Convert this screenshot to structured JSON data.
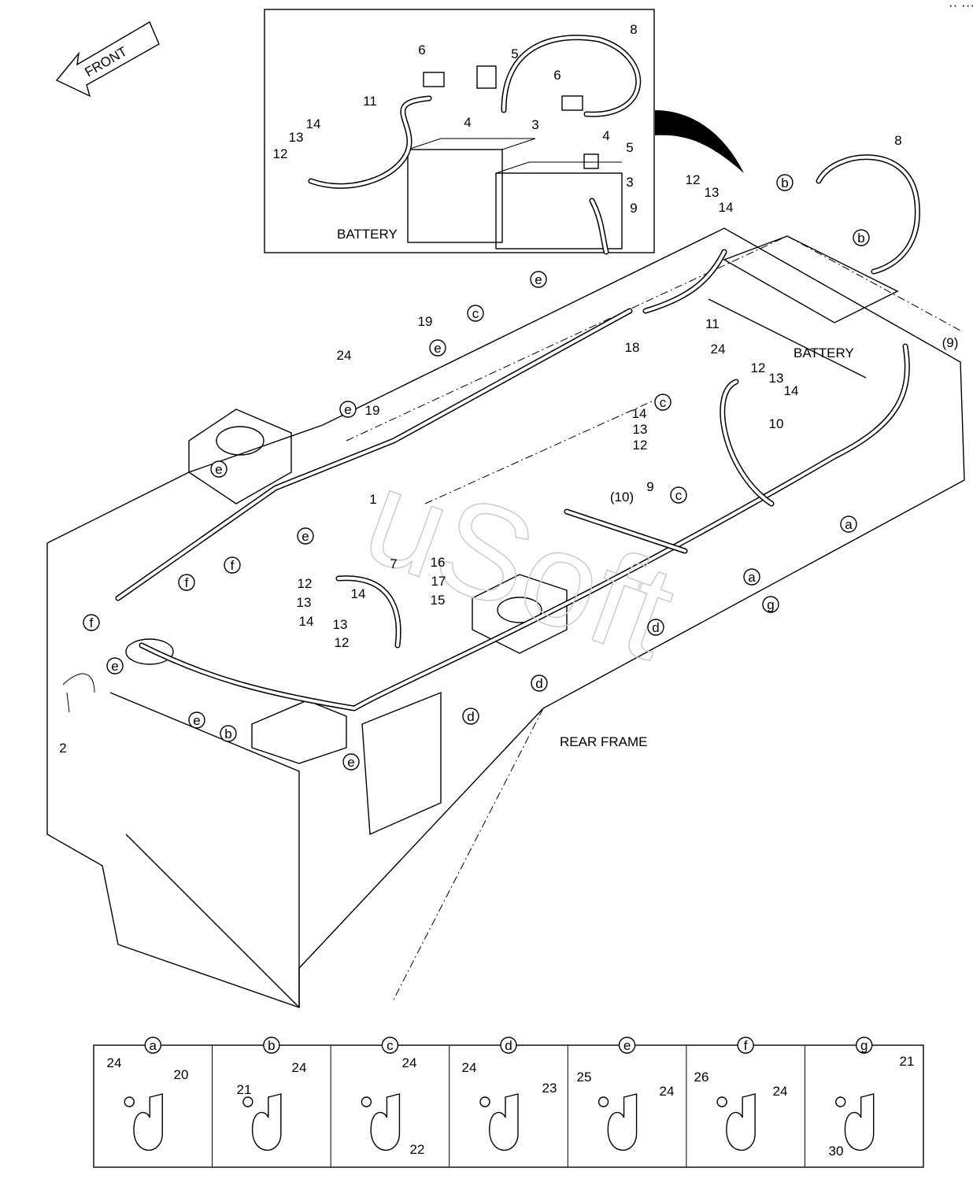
{
  "front_arrow": {
    "label": "FRONT"
  },
  "corner_mark": "·· ···",
  "inset": {
    "title": "BATTERY",
    "callouts": [
      "8",
      "5",
      "6",
      "6",
      "11",
      "14",
      "13",
      "12",
      "4",
      "3",
      "4",
      "5",
      "3",
      "9"
    ]
  },
  "main": {
    "battery_label": "BATTERY",
    "rear_frame_label": "REAR FRAME",
    "callouts": [
      "8",
      "12",
      "13",
      "14",
      "11",
      "(9)",
      "18",
      "24",
      "19",
      "24",
      "19",
      "14",
      "13",
      "12",
      "12",
      "13",
      "14",
      "10",
      "9",
      "1",
      "(10)",
      "12",
      "13",
      "14",
      "7",
      "16",
      "17",
      "15",
      "14",
      "13",
      "12",
      "2"
    ],
    "circled": [
      "b",
      "b",
      "c",
      "e",
      "e",
      "e",
      "c",
      "c",
      "e",
      "e",
      "a",
      "f",
      "f",
      "f",
      "a",
      "g",
      "d",
      "e",
      "d",
      "d",
      "e",
      "b",
      "e"
    ]
  },
  "legend": {
    "panels": [
      {
        "key": "a",
        "parts": [
          "24",
          "20"
        ]
      },
      {
        "key": "b",
        "parts": [
          "24",
          "21"
        ]
      },
      {
        "key": "c",
        "parts": [
          "24",
          "22"
        ]
      },
      {
        "key": "d",
        "parts": [
          "24",
          "23"
        ]
      },
      {
        "key": "e",
        "parts": [
          "25",
          "24"
        ]
      },
      {
        "key": "f",
        "parts": [
          "26",
          "24"
        ]
      },
      {
        "key": "g",
        "parts": [
          "21",
          "30"
        ]
      }
    ]
  },
  "colors": {
    "line": "#000000",
    "background": "#ffffff",
    "watermark": "#cccccc"
  }
}
